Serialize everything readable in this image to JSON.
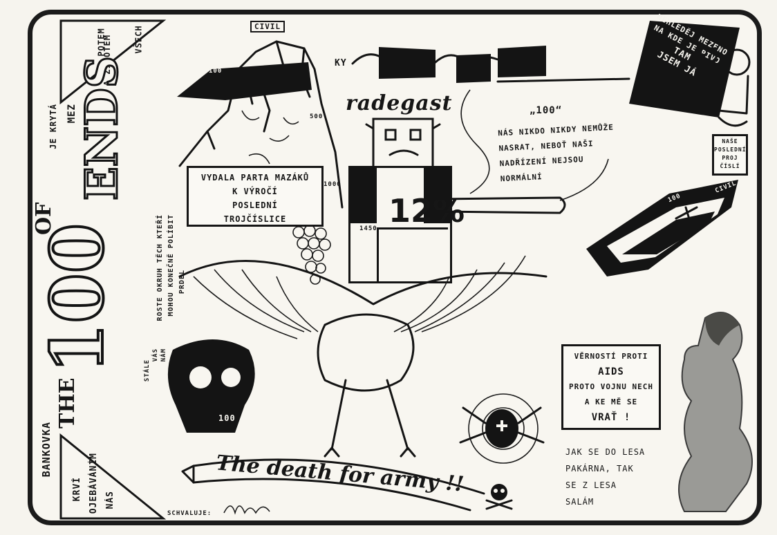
{
  "banknote": {
    "title_the": "THE",
    "title_number": "100",
    "title_of": "OF",
    "title_ends": "ENDS",
    "left_side": "BANKOVKA",
    "top_triangle": [
      "POTEM",
      "A ŽIVOTEM",
      "VŠECH"
    ],
    "bottom_triangle": [
      "KRVÍ",
      "OJEBÁVÁNÍM",
      "NÁS"
    ],
    "top_edge": [
      "JE KRYTÁ",
      "MEZ"
    ],
    "civil_label": "CIVIL",
    "coffin_label": "CIVIL",
    "coffin_number": "100",
    "beer_brand": "radegast",
    "beer_degree": "12%",
    "beer_small": "1450",
    "publisher_box": [
      "VYDALA PARTA MAZÁKŮ",
      "K VÝROČÍ",
      "POSLEDNÍ",
      "TROJČÍSLICE"
    ],
    "quote_title": "„100“",
    "quote_text": [
      "NÁS NIKDO NIKDY NEMŮŽE",
      "NASRAT, NEBOŤ NAŠI",
      "NADŘÍZENÍ NEJSOU",
      "NORMÁLNÍ"
    ],
    "beer_flag": [
      "NEHLEDĚJ MEZENO",
      "NA KDE JE PIVO",
      "TAM",
      "JSEM JÁ"
    ],
    "sign_last": [
      "NAŠE",
      "POSLEDNÍ",
      "PROJ",
      "ČÍSLÍ"
    ],
    "counter_vertical": [
      "ROSTE OKRUH TĚCH KTEŘÍ",
      "MOHOU KONEČNĚ POLÍBIT",
      "PRDEL"
    ],
    "skull_vertical": [
      "STÁLE",
      "VÁS",
      "NÁM"
    ],
    "aids_box": [
      "VĚRNOSTÍ PROTI",
      "AIDS",
      "PROTO VOJNU NECH",
      "A KE MĚ SE",
      "VRAŤ !"
    ],
    "forest_text": [
      "JAK SE DO LESA",
      "PAKÁRNA, TAK",
      "SE Z LESA",
      "SALÁM"
    ],
    "banner_text": "The death for army !!",
    "approval_label": "SCHVALUJE:",
    "skull_100": "100",
    "mountain_marks": [
      "500",
      "1000"
    ],
    "flag_marks": [
      "100",
      "KY"
    ],
    "colors": {
      "ink": "#141414",
      "paper": "#f6f4ee"
    }
  }
}
